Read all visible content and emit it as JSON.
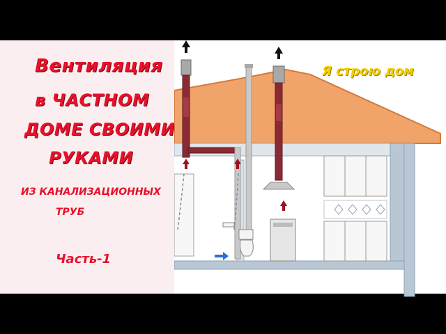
{
  "title": {
    "line1": "Вентиляция",
    "line2": "в ЧАСТНОМ",
    "line3": "ДОМЕ СВОИМИ",
    "line4": "РУКАМИ"
  },
  "subtitle": {
    "line1": "ИЗ КАНАЛИЗАЦИОННЫХ",
    "line2": "ТРУБ"
  },
  "part_label": "Часть-1",
  "brand_label": "Я строю дом",
  "colors": {
    "title_red": "#e8102a",
    "brand_yellow": "#f2d000",
    "roof": "#f0a46a",
    "pipe": "#8a2a35",
    "pipe_light": "#c9c9c9",
    "wall": "#b9c7d4",
    "air_arrow": "#a01020",
    "flow_arrow": "#2a6fd6"
  },
  "icons": [
    "up-arrow-icon",
    "toilet-icon",
    "stove-icon",
    "kitchen-cabinet-icon",
    "wash-basin-icon"
  ]
}
